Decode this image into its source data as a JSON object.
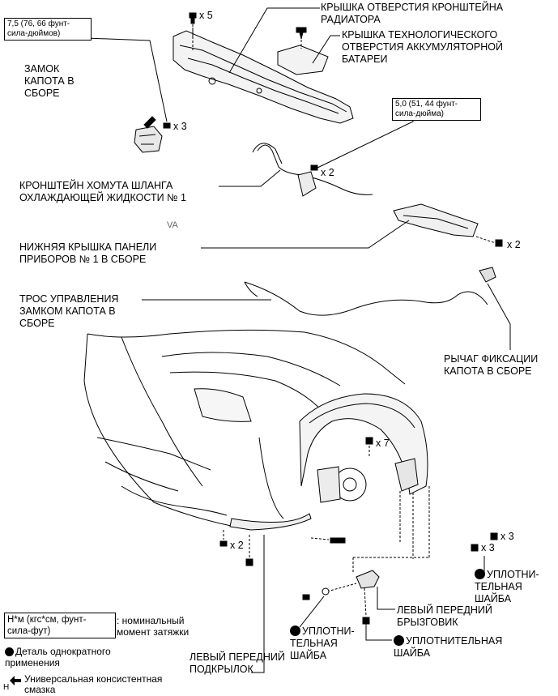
{
  "labels": {
    "radiator_cover": "КРЫШКА ОТВЕРСТИЯ КРОНШТЕЙНА\nРАДИАТОРА",
    "battery_cover": "КРЫШКА ТЕХНОЛОГИЧЕСКОГО\nОТВЕРСТИЯ АККУМУЛЯТОРНОЙ\nБАТАРЕИ",
    "hood_lock": "ЗАМОК\nКАПОТА В\nСБОРЕ",
    "hose_bracket": "КРОНШТЕЙН ХОМУТА ШЛАНГА\nОХЛАЖДАЮЩЕЙ ЖИДКОСТИ № 1",
    "lower_panel": "НИЖНЯЯ КРЫШКА ПАНЕЛИ\nПРИБОРОВ № 1 В СБОРЕ",
    "cable": "ТРОС УПРАВЛЕНИЯ\nЗАМКОМ КАПОТА В\nСБОРЕ",
    "lever": "РЫЧАГ ФИКСАЦИИ\nКАПОТА В СБОРЕ",
    "fender_liner": "ЛЕВЫЙ ПЕРЕДНИЙ\nПОДКРЫЛОК",
    "mudguard": "ЛЕВЫЙ ПЕРЕДНИЙ\nБРЫЗГОВИК",
    "washer_right": "УПЛОТНИ-\nТЕЛЬНАЯ\nШАЙБА",
    "washer_left": "УПЛОТНИ-\nТЕЛЬНАЯ\nШАЙБА",
    "washer_mid": "УПЛОТНИТЕЛЬНАЯ\nШАЙБА",
    "mark": "VA"
  },
  "torque": {
    "t1": "7,5 (76, 66 фунт-\nсила-дюймов)",
    "t2": "5,0 (51, 44 фунт-\nсила-дюйма)"
  },
  "quantities": {
    "q_top": "x 5",
    "q_lock": "x 3",
    "q_hose": "x 2",
    "q_panel": "x 2",
    "q_liner": "x 7",
    "q_front": "x 2",
    "q_r1": "x 3",
    "q_r2": "x 3"
  },
  "legend": {
    "unit_box": "Н*м (кгс*см, фунт-\nсила-фут)",
    "unit_desc": ": номинальный\nмомент затяжки",
    "single_use": "Деталь однократного\nприменения",
    "grease": "Универсальная консистентная\nсмазка",
    "grease_mark": "Н"
  }
}
